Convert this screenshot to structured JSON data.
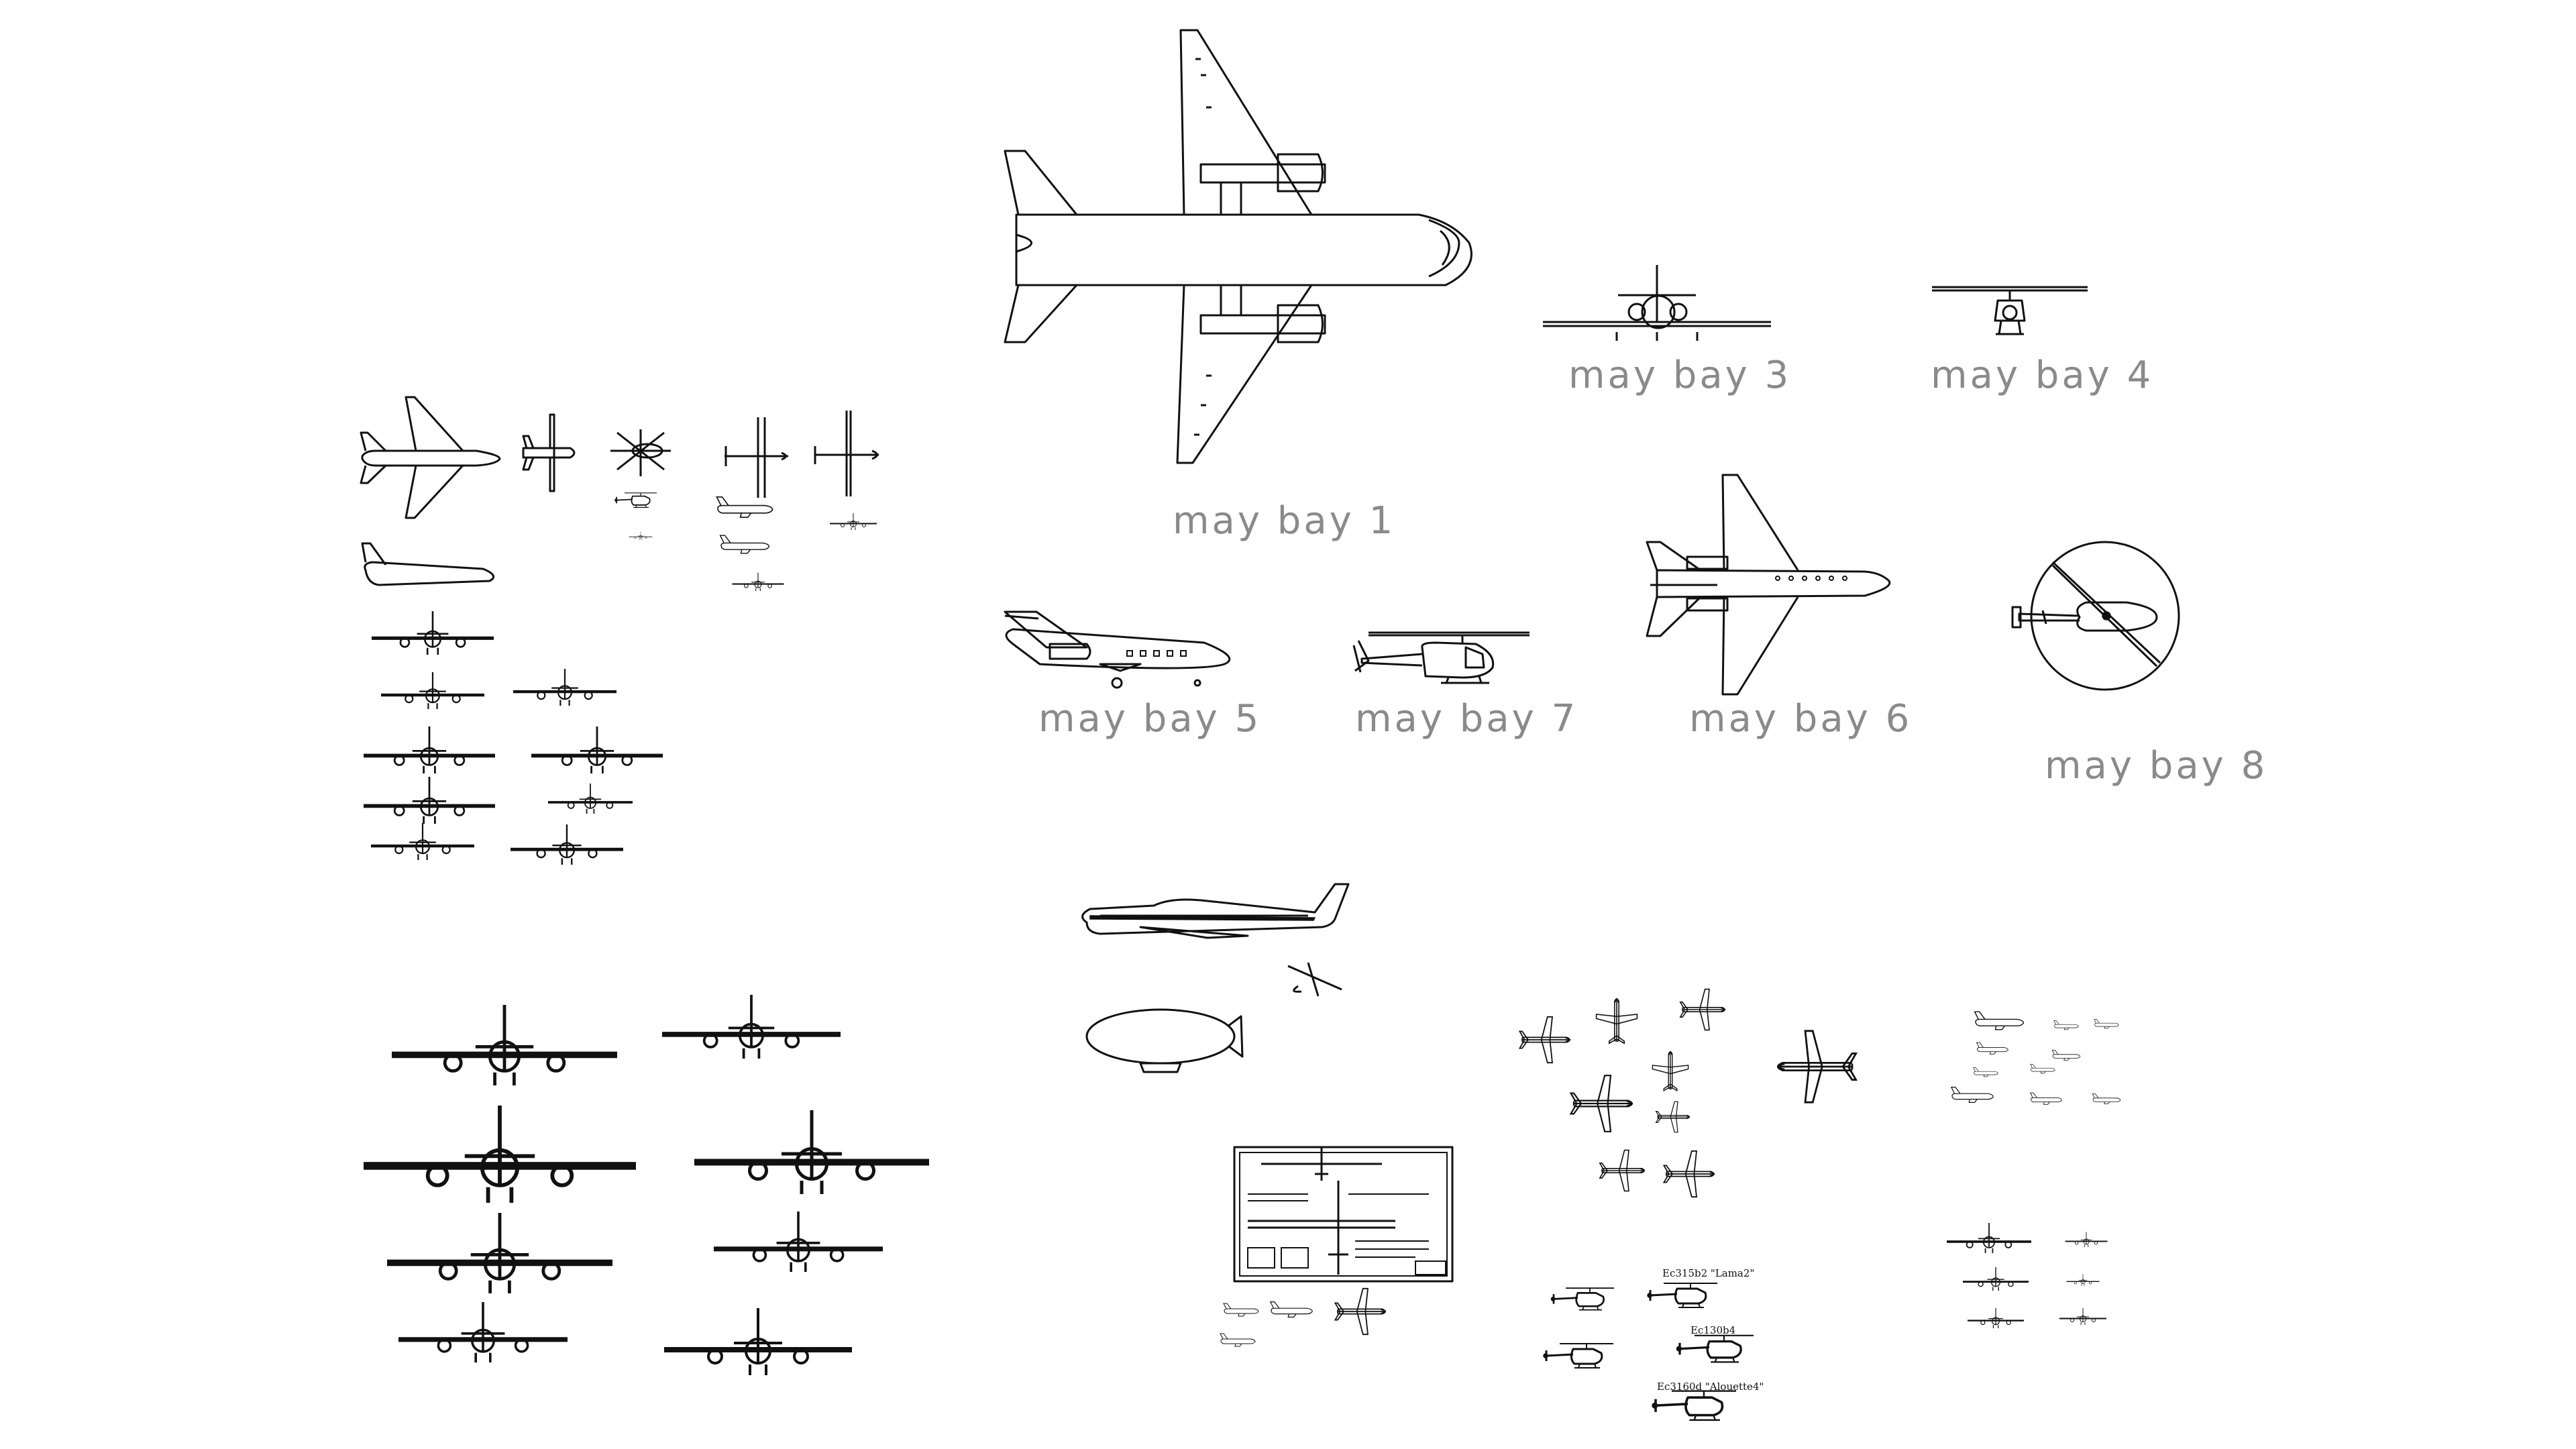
{
  "labels": {
    "may_bay_1": "may bay 1",
    "may_bay_3": "may bay 3",
    "may_bay_4": "may bay 4",
    "may_bay_5": "may bay 5",
    "may_bay_6": "may bay 6",
    "may_bay_7": "may bay 7",
    "may_bay_8": "may bay 8"
  },
  "heli_captions": {
    "lama": "Ec315b2 \"Lama2\"",
    "ec130": "Ec130b4",
    "alouette": "Ec3160d \"Alouette4\""
  },
  "colors": {
    "line": "#111111",
    "label": "#8a8a8a",
    "background": "#ffffff"
  }
}
